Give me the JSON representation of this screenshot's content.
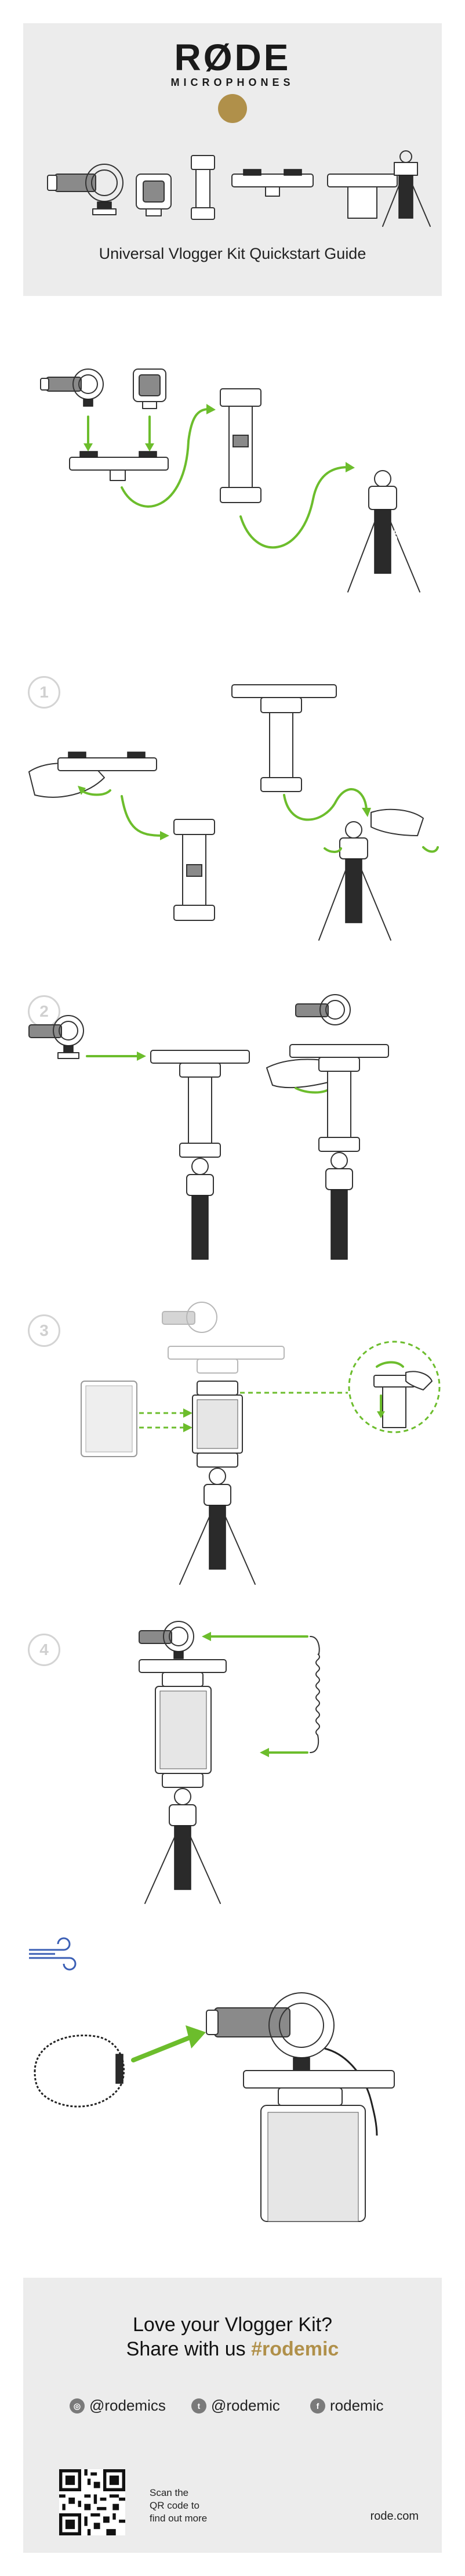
{
  "header": {
    "brand": "RØDE",
    "brand_sub": "MICROPHONES",
    "title": "Universal Vlogger Kit Quickstart Guide"
  },
  "steps": [
    {
      "number": "1"
    },
    {
      "number": "2"
    },
    {
      "number": "3"
    },
    {
      "number": "4"
    }
  ],
  "tripod_label": "RØDE",
  "footer": {
    "love_line1": "Love your Vlogger Kit?",
    "love_line2_prefix": "Share with us ",
    "love_hashtag": "#rodemic",
    "social": [
      {
        "icon": "instagram-icon",
        "glyph": "◎",
        "handle": "@rodemics"
      },
      {
        "icon": "twitter-icon",
        "glyph": "t",
        "handle": "@rodemic"
      },
      {
        "icon": "facebook-icon",
        "glyph": "f",
        "handle": "rodemic"
      }
    ],
    "scan_line1": "Scan the",
    "scan_line2": "QR code to",
    "scan_line3": "find out more",
    "website": "rode.com"
  },
  "colors": {
    "accent_gold": "#b0904a",
    "arrow_green": "#6cbd2c",
    "panel_grey": "#ececec",
    "wind_blue": "#3b5fb5"
  }
}
